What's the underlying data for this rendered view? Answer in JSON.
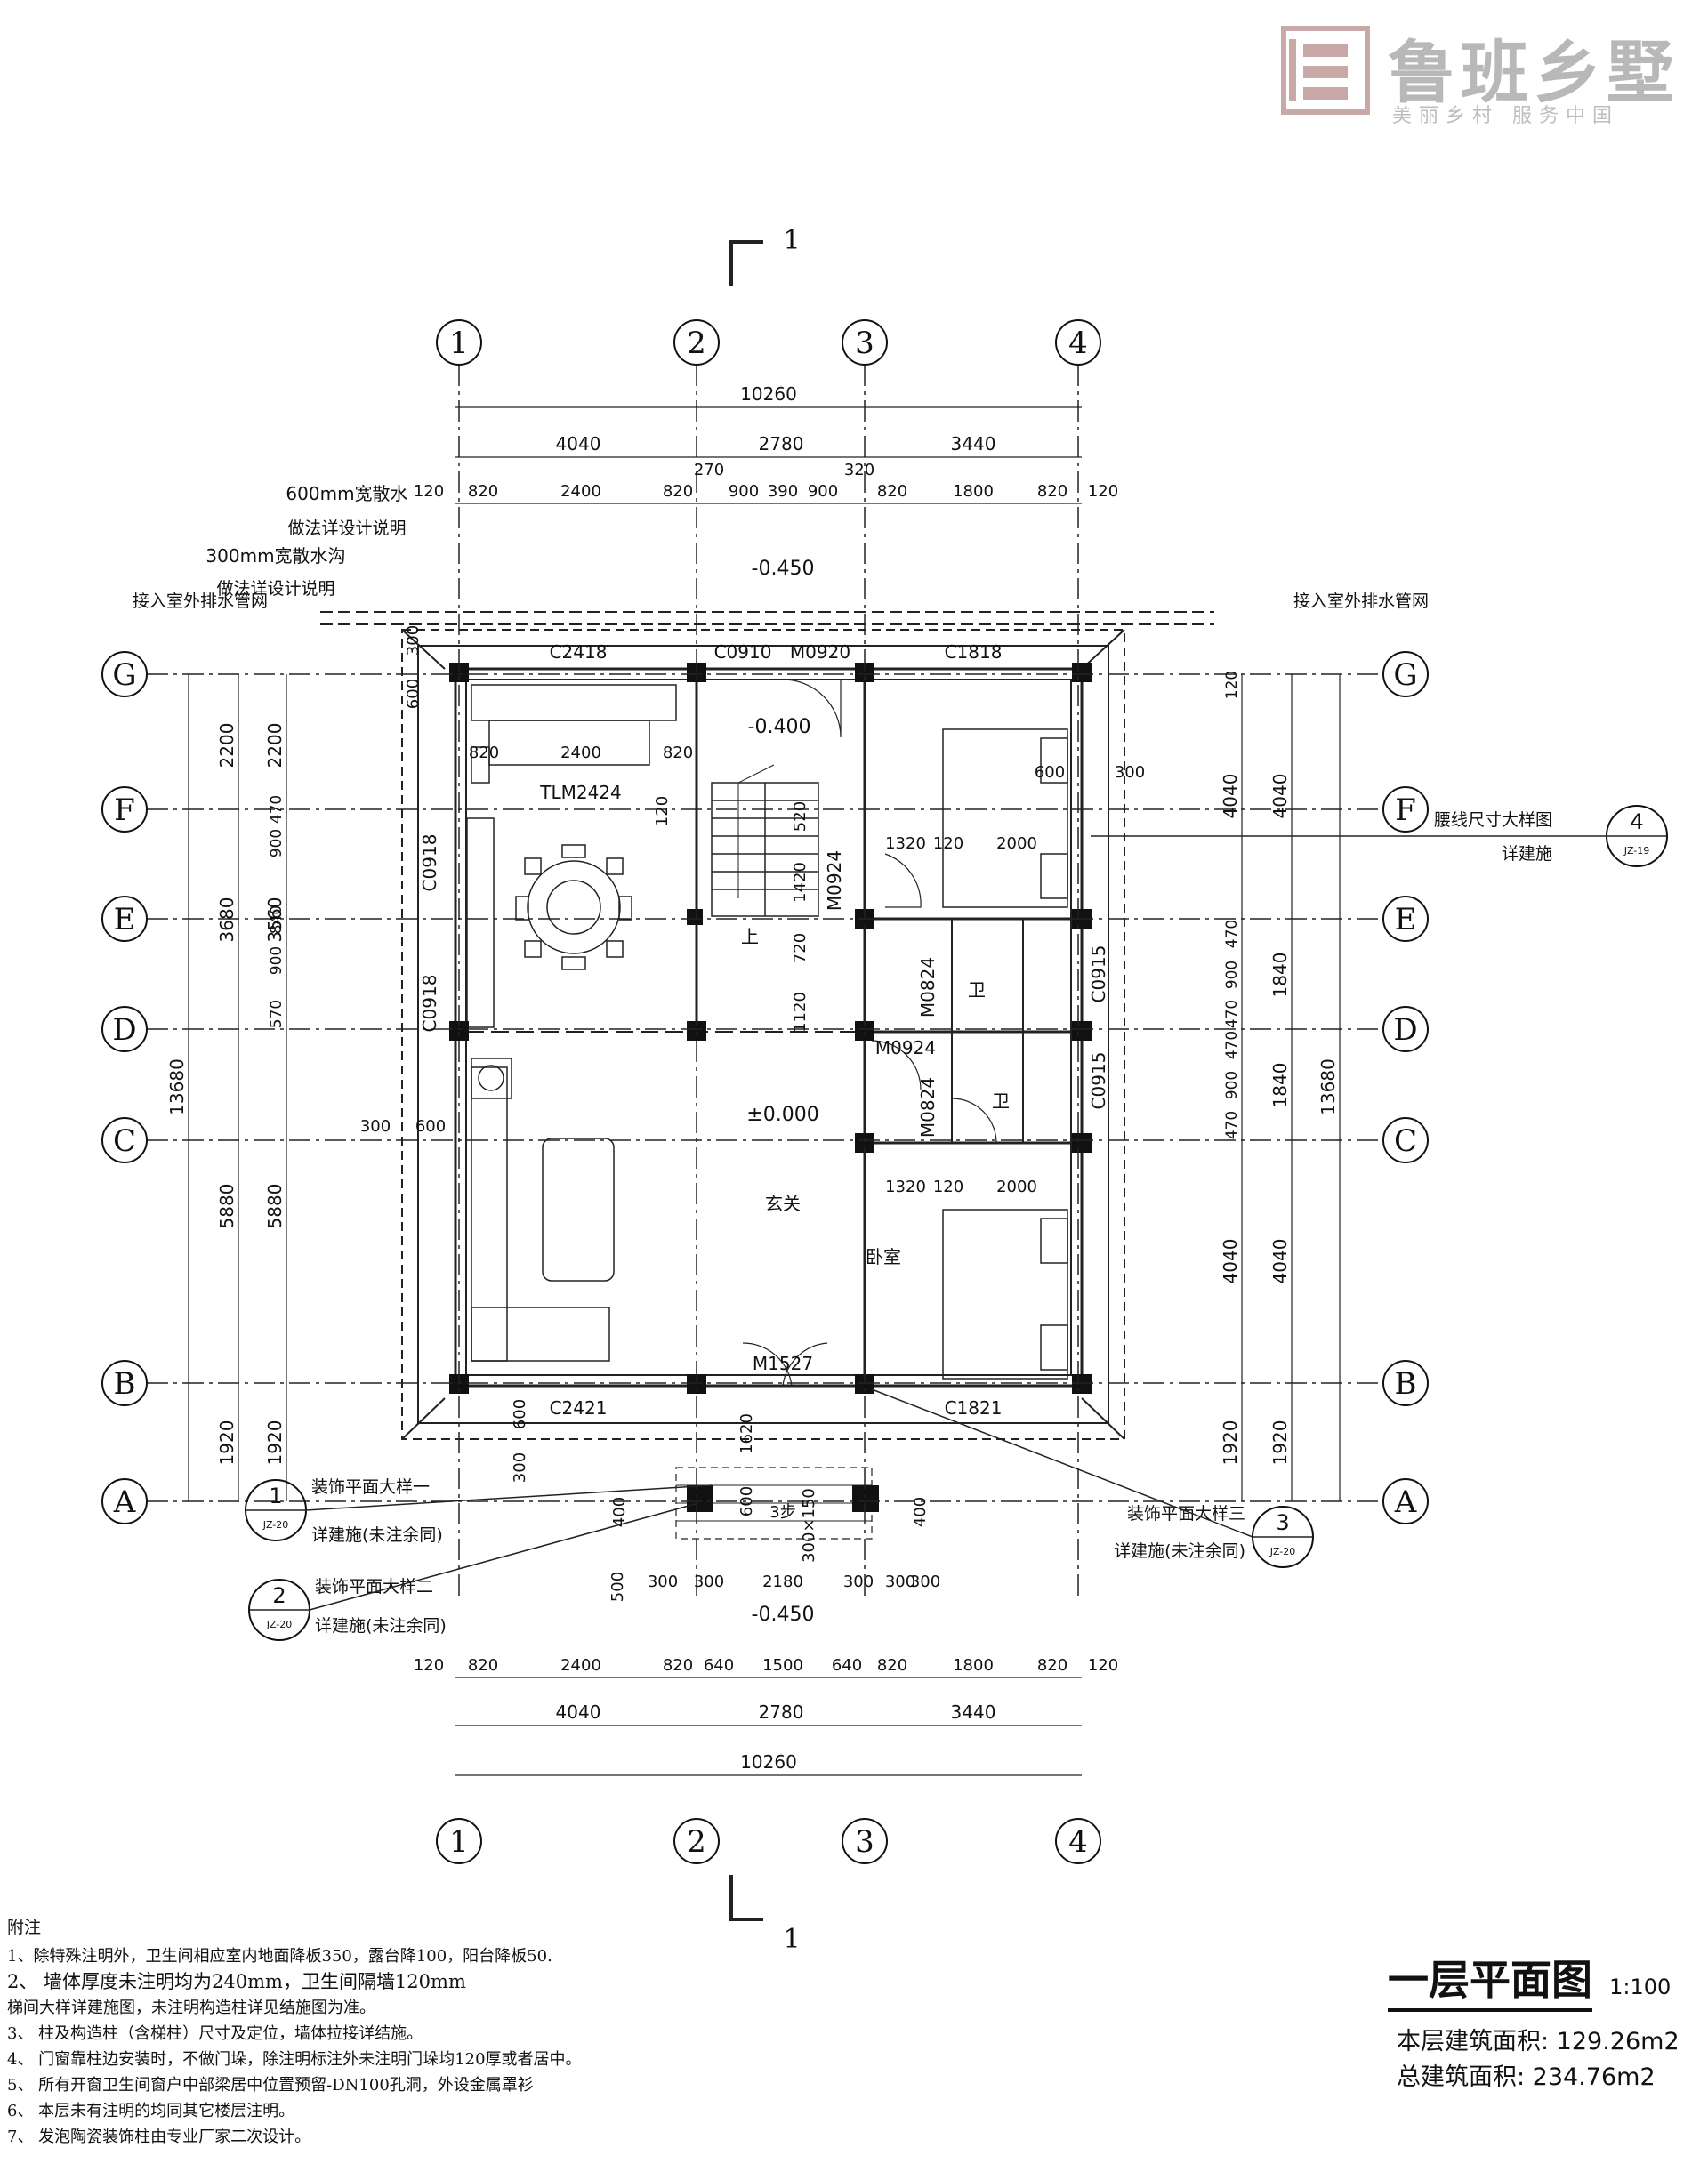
{
  "logo": {
    "name": "鲁班乡墅",
    "tagline": "美丽乡村  服务中国"
  },
  "drawing": {
    "section_marker": "1",
    "axes": {
      "vertical": [
        "1",
        "2",
        "3",
        "4"
      ],
      "horizontal": [
        "G",
        "F",
        "E",
        "D",
        "C",
        "B",
        "A"
      ]
    },
    "top_dims": {
      "overall": "10260",
      "bays": [
        "4040",
        "2780",
        "3440"
      ],
      "extra": [
        "270",
        "320"
      ],
      "detail": [
        "120",
        "820",
        "2400",
        "820",
        "900",
        "390",
        "900",
        "820",
        "1800",
        "820",
        "120"
      ]
    },
    "bottom_dims": {
      "overall": "10260",
      "bays": [
        "4040",
        "2780",
        "3440"
      ],
      "detail": [
        "120",
        "820",
        "2400",
        "820",
        "640",
        "1500",
        "640",
        "820",
        "1800",
        "820",
        "120"
      ],
      "porch": [
        "500",
        "300",
        "300",
        "2180",
        "300",
        "300",
        "300"
      ]
    },
    "left_dims": {
      "overall": "13680",
      "main": [
        "2200",
        "3680",
        "5880",
        "1920"
      ],
      "main2": [
        "2200",
        "3560",
        "5880",
        "1920"
      ],
      "openings": [
        "900",
        "470",
        "840",
        "900",
        "570"
      ],
      "other": [
        "300",
        "600"
      ]
    },
    "right_dims": {
      "overall": "13680",
      "main": [
        "4040",
        "1840",
        "1840",
        "4040",
        "1920"
      ],
      "openings": [
        "120",
        "470",
        "900",
        "470",
        "470",
        "900",
        "470"
      ]
    },
    "elevations": [
      "-0.450",
      "-0.400",
      "±0.000",
      "-0.450"
    ],
    "doors_windows": [
      "C2418",
      "C0910",
      "M0920",
      "C1818",
      "TLM2424",
      "C0918",
      "C0918",
      "M0924",
      "M0824",
      "M0924",
      "M0824",
      "C0915",
      "C0915",
      "M1527",
      "C2421",
      "C1821"
    ],
    "inner_dims": [
      "600",
      "300",
      "820",
      "2400",
      "820",
      "120",
      "520",
      "1420",
      "720",
      "1120",
      "1320",
      "120",
      "2000",
      "1320",
      "120",
      "2000",
      "600",
      "300",
      "600",
      "300",
      "1620",
      "300×150",
      "600",
      "400",
      "400"
    ],
    "rooms": [
      "玄关",
      "卧室",
      "卫",
      "卫",
      "上"
    ],
    "step_label": "3步",
    "callouts": {
      "drain_600": [
        "600mm宽散水",
        "做法详设计说明"
      ],
      "drain_300": [
        "300mm宽散水沟",
        "做法详设计说明"
      ],
      "drain_left": "接入室外排水管网",
      "drain_right": "接入室外排水管网",
      "waistline": [
        "腰线尺寸大样图",
        "详建施"
      ],
      "detail1": [
        "装饰平面大样一",
        "详建施(未注余同)"
      ],
      "detail2": [
        "装饰平面大样二",
        "详建施(未注余同)"
      ],
      "detail3": [
        "装饰平面大样三",
        "详建施(未注余同)"
      ],
      "bubbles": [
        {
          "num": "4",
          "ref": "JZ-19"
        },
        {
          "num": "1",
          "ref": "JZ-20"
        },
        {
          "num": "2",
          "ref": "JZ-20"
        },
        {
          "num": "3",
          "ref": "JZ-20"
        }
      ]
    }
  },
  "notes": {
    "title": "附注",
    "lines": [
      "1、除特殊注明外，卫生间相应室内地面降板350，露台降100，阳台降板50.",
      "2、 墙体厚度未注明均为240mm，卫生间隔墙120mm",
      "    梯间大样详建施图，未注明构造柱详见结施图为准。",
      "3、 柱及构造柱（含梯柱）尺寸及定位，墙体拉接详结施。",
      "4、 门窗靠柱边安装时，不做门垛，除注明标注外未注明门垛均120厚或者居中。",
      "5、 所有开窗卫生间窗户中部梁居中位置预留-DN100孔洞，外设金属罩衫",
      "6、 本层未有注明的均同其它楼层注明。",
      "7、 发泡陶瓷装饰柱由专业厂家二次设计。"
    ]
  },
  "title_block": {
    "title": "一层平面图",
    "scale": "1:100",
    "floor_area": "本层建筑面积: 129.26m2",
    "total_area": "总建筑面积: 234.76m2"
  }
}
